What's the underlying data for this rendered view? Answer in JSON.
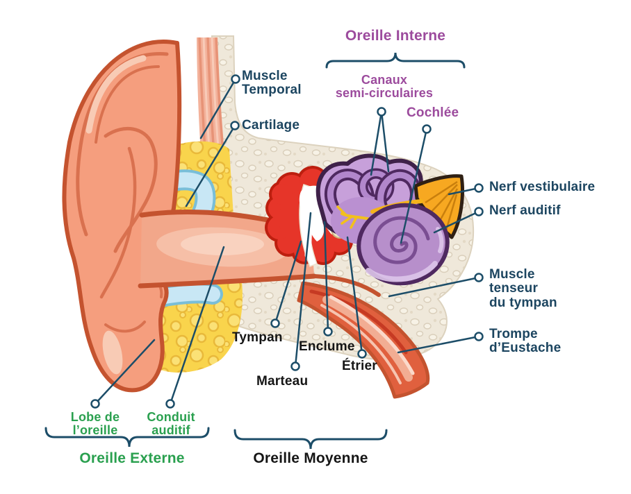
{
  "groups": {
    "inner_ear": "Oreille Interne",
    "outer_ear": "Oreille Externe",
    "middle_ear": "Oreille Moyenne"
  },
  "labels": {
    "muscle_temporal": {
      "l1": "Muscle",
      "l2": "Temporal"
    },
    "cartilage": {
      "l1": "Cartilage"
    },
    "canaux": {
      "l1": "Canaux",
      "l2": "semi-circulaires"
    },
    "cochlee": {
      "l1": "Cochlée"
    },
    "nerf_vestibulaire": {
      "l1": "Nerf vestibulaire"
    },
    "nerf_auditif": {
      "l1": "Nerf auditif"
    },
    "muscle_tenseur": {
      "l1": "Muscle",
      "l2": "tenseur",
      "l3": "du tympan"
    },
    "trompe": {
      "l1": "Trompe",
      "l2": "d’Eustache"
    },
    "tympan": {
      "l1": "Tympan"
    },
    "enclume": {
      "l1": "Enclume"
    },
    "etrier": {
      "l1": "Étrier"
    },
    "marteau": {
      "l1": "Marteau"
    },
    "lobe": {
      "l1": "Lobe de",
      "l2": "l’oreille"
    },
    "conduit": {
      "l1": "Conduit",
      "l2": "auditif"
    }
  },
  "colors": {
    "label_navy": "#1C4560",
    "label_purple": "#9C4B9D",
    "label_green": "#2AA04F",
    "label_black": "#151515",
    "leader_line": "#1C4D68",
    "outer_ear_skin": "#F59E7E",
    "ear_outline_red": "#C4532F",
    "fat_yellow": "#F9D44C",
    "cartilage_blue": "#C8E7F5",
    "bone_beige": "#EFE8DA",
    "canal_purple": "#B287CC",
    "cochlea_purple": "#B78FCB",
    "cavity_red": "#E63529",
    "nerve_orange": "#F7A821",
    "eustachian_red": "#E0603E"
  }
}
